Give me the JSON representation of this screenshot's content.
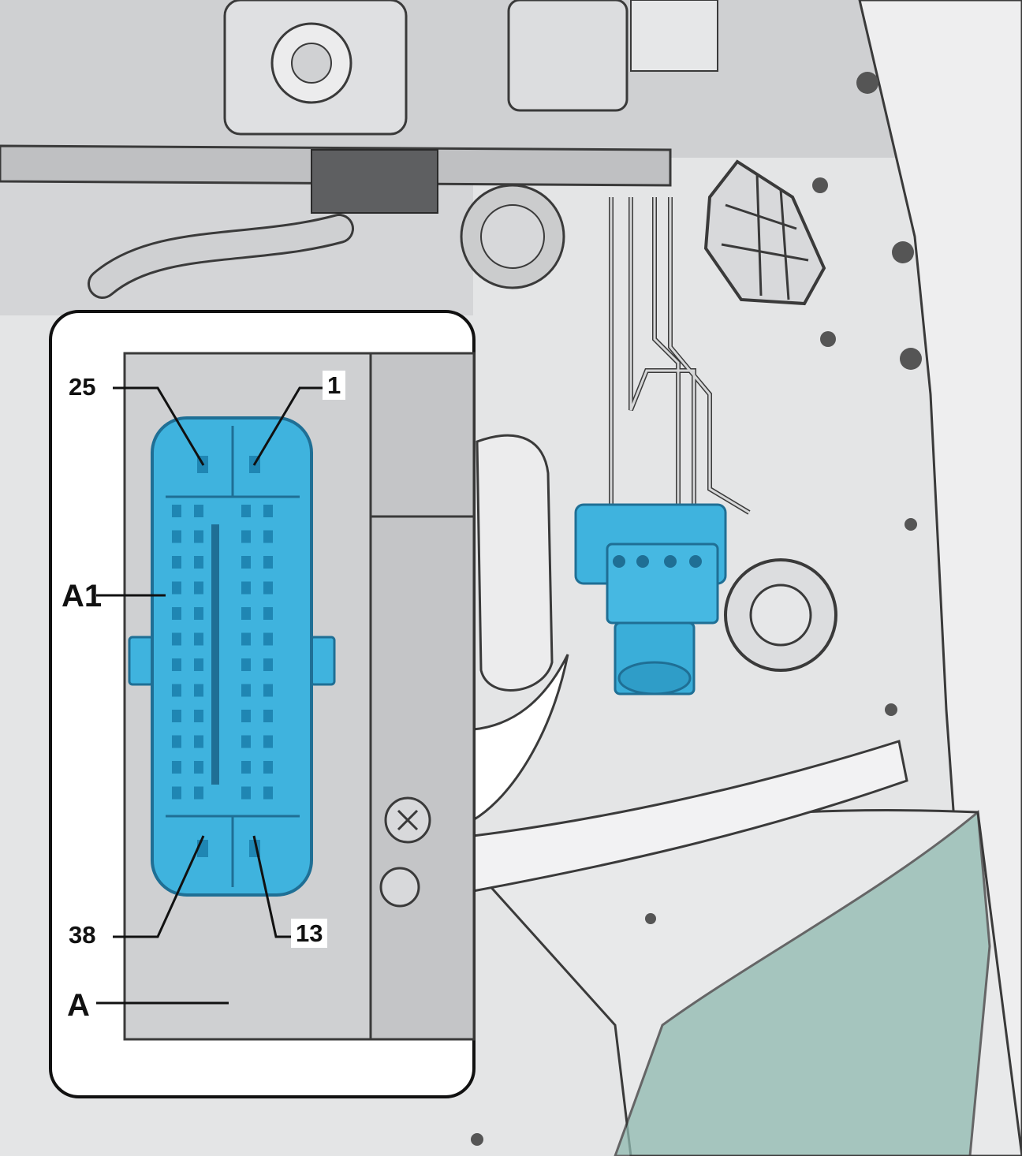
{
  "diagram": {
    "callouts": {
      "pin_25": "25",
      "pin_1": "1",
      "connector": "A1",
      "pin_38": "38",
      "pin_13": "13",
      "control_unit": "A"
    },
    "colors": {
      "highlight": "#3fb3de",
      "highlight_dark": "#1f86b3",
      "inset_panel": "#cfd0d2",
      "inset_frame": "#ffffff",
      "engine_bay": "#dcdddf",
      "body_panel": "#e9eaeb",
      "line": "#3a3a3a",
      "headlight_tint": "#8fb9b0"
    },
    "icons": {
      "abs_unit": "abs-hydraulic-unit-icon",
      "connector": "connector-icon",
      "pointer": "curved-arrow-icon"
    }
  }
}
